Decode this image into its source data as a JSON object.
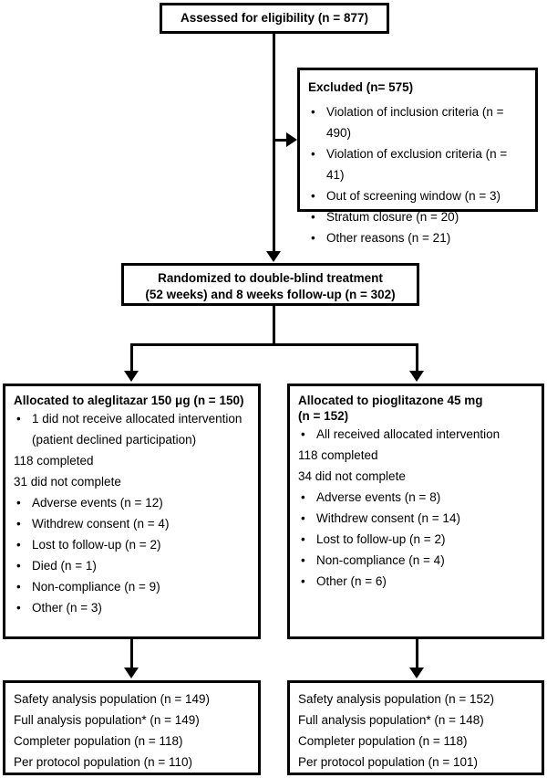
{
  "diagram": {
    "type": "consort-flow-diagram",
    "assessed": {
      "title": "Assessed for eligibility (n = 877)"
    },
    "excluded": {
      "title": "Excluded (n= 575)",
      "reasons": [
        "Violation of inclusion criteria (n = 490)",
        "Violation of exclusion criteria (n = 41)",
        "Out of screening window (n = 3)",
        "Stratum closure (n = 20)",
        "Other reasons (n = 21)"
      ]
    },
    "randomized": {
      "line1": "Randomized to double-blind treatment",
      "line2": "(52 weeks) and 8 weeks follow-up (n = 302)"
    },
    "arms": [
      {
        "title_line1": "Allocated to aleglitazar 150 μg (n = 150)",
        "title_line2": "",
        "intervention_bullet": "1 did not receive allocated intervention",
        "intervention_cont": "(patient declined participation)",
        "completed": "118 completed",
        "not_completed": "31 did not complete",
        "reasons": [
          "Adverse events (n = 12)",
          "Withdrew consent (n = 4)",
          "Lost to follow-up (n = 2)",
          "Died (n = 1)",
          "Non-compliance (n = 9)",
          "Other (n = 3)"
        ],
        "populations": [
          "Safety analysis population (n = 149)",
          "Full analysis population* (n = 149)",
          "Completer population (n = 118)",
          "Per protocol population (n = 110)"
        ]
      },
      {
        "title_line1": "Allocated to pioglitazone 45 mg",
        "title_line2": "(n = 152)",
        "intervention_bullet": "All received allocated intervention",
        "intervention_cont": "",
        "completed": "118 completed",
        "not_completed": "34 did not complete",
        "reasons": [
          "Adverse events (n = 8)",
          "Withdrew consent (n = 14)",
          "Lost to follow-up (n = 2)",
          "Non-compliance (n = 4)",
          "Other (n = 6)"
        ],
        "populations": [
          "Safety analysis population (n = 152)",
          "Full analysis population* (n = 148)",
          "Completer population (n = 118)",
          "Per protocol population (n = 101)"
        ]
      }
    ],
    "colors": {
      "stroke": "#000000",
      "background": "#ffffff",
      "text": "#000000"
    }
  }
}
